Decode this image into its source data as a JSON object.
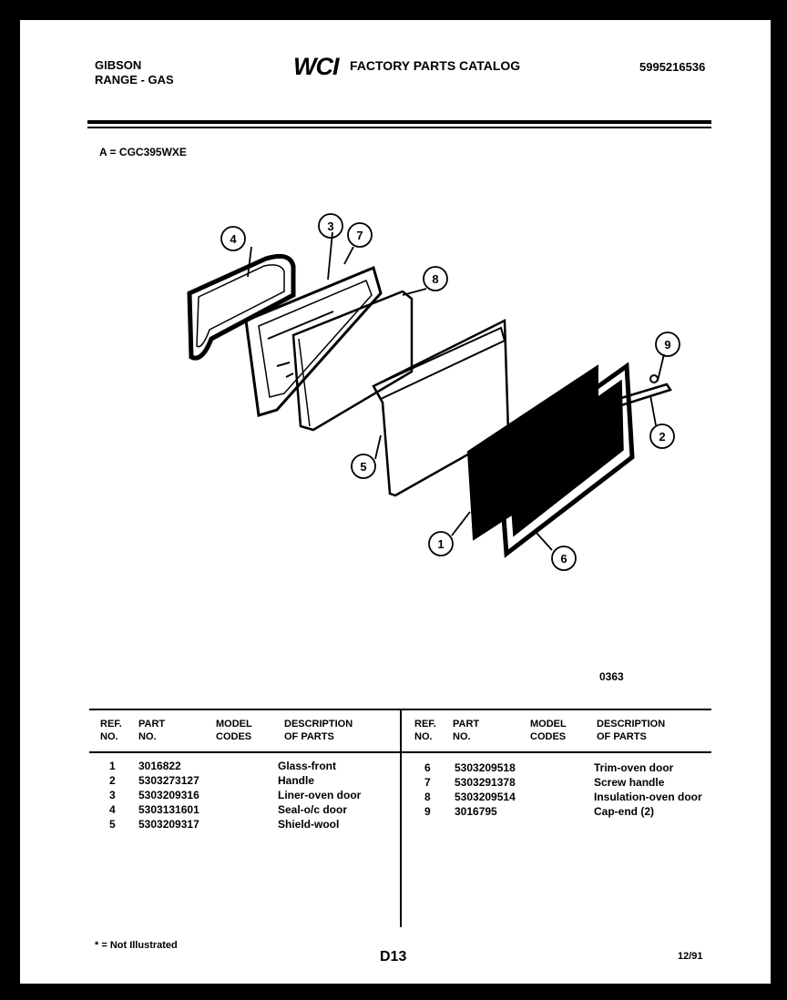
{
  "header": {
    "brand": "GIBSON",
    "product": "RANGE - GAS",
    "logo": "WCI",
    "catalog_title": "FACTORY PARTS CATALOG",
    "doc_number": "5995216536"
  },
  "model_line": "A = CGC395WXE",
  "figure_code": "0363",
  "callouts": [
    "1",
    "2",
    "3",
    "4",
    "5",
    "6",
    "7",
    "8",
    "9"
  ],
  "table": {
    "headers": {
      "ref_no": [
        "REF.",
        "NO."
      ],
      "part_no": [
        "PART",
        "NO."
      ],
      "model_codes": [
        "MODEL",
        "CODES"
      ],
      "description": [
        "DESCRIPTION",
        "OF PARTS"
      ]
    },
    "left_rows": [
      {
        "ref": "1",
        "part": "3016822",
        "desc": "Glass-front"
      },
      {
        "ref": "2",
        "part": "5303273127",
        "desc": "Handle"
      },
      {
        "ref": "3",
        "part": "5303209316",
        "desc": "Liner-oven door"
      },
      {
        "ref": "4",
        "part": "5303131601",
        "desc": "Seal-o/c door"
      },
      {
        "ref": "5",
        "part": "5303209317",
        "desc": "Shield-wool"
      }
    ],
    "right_rows": [
      {
        "ref": "6",
        "part": "5303209518",
        "desc": "Trim-oven door"
      },
      {
        "ref": "7",
        "part": "5303291378",
        "desc": "Screw handle"
      },
      {
        "ref": "8",
        "part": "5303209514",
        "desc": "Insulation-oven door"
      },
      {
        "ref": "9",
        "part": "3016795",
        "desc": "Cap-end (2)"
      }
    ]
  },
  "footer": {
    "note": "* = Not Illustrated",
    "page": "D13",
    "date": "12/91"
  }
}
